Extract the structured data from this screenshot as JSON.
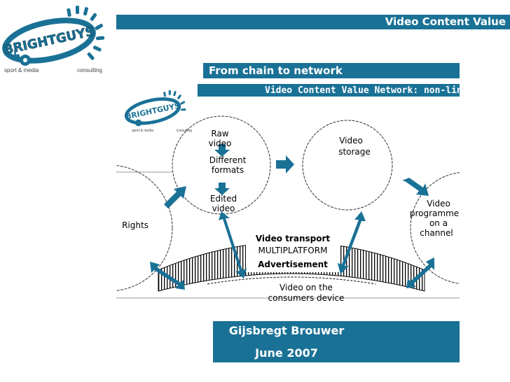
{
  "header": {
    "title": "Video Content Value",
    "subtitle": "From chain to network"
  },
  "logo": {
    "brand": "BRIGHTGUYS",
    "tagline_left": "sport & media",
    "tagline_right": "consulting"
  },
  "diagram": {
    "title": "Video Content Value Network: non-linear",
    "labels": {
      "raw_video": "Raw video",
      "different_formats_1": "Different",
      "different_formats_2": "formats",
      "edited_video_1": "Edited",
      "edited_video_2": "video",
      "video_storage_1": "Video",
      "video_storage_2": "storage",
      "video_programme_1": "Video",
      "video_programme_2": "programme",
      "video_programme_3": "on a",
      "video_programme_4": "channel",
      "rights": "Rights",
      "video_transport": "Video transport",
      "multiplatform": "MULTIPLATFORM",
      "advertisement": "Advertisement",
      "consumers_device_1": "Video on the",
      "consumers_device_2": "consumers device"
    }
  },
  "footer": {
    "author": "Gijsbregt Brouwer",
    "date": "June 2007"
  },
  "colors": {
    "accent": "#1a7196",
    "arrow": "#1a7196"
  }
}
